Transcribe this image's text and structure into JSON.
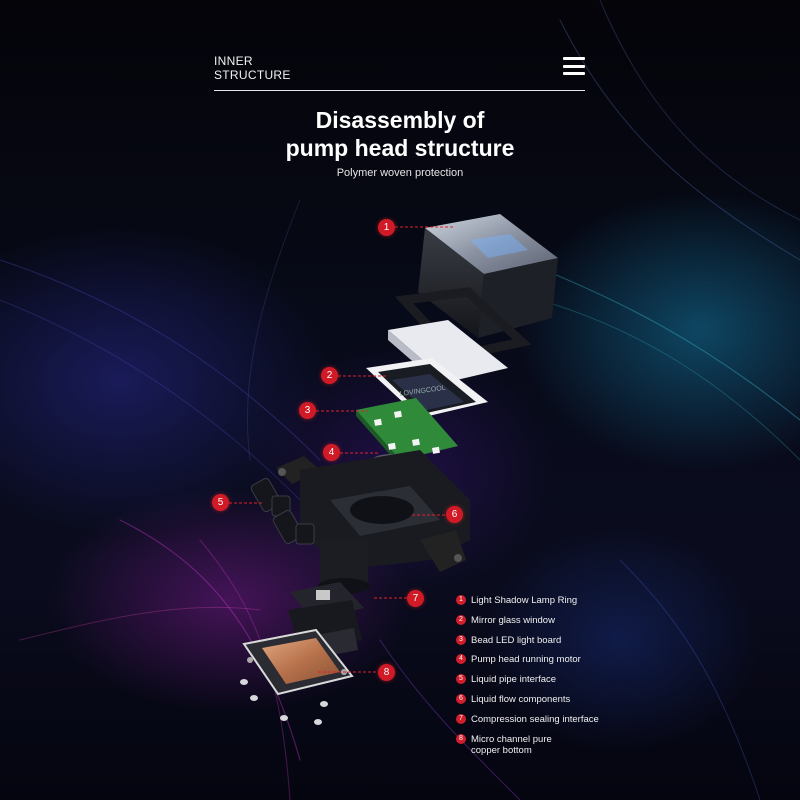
{
  "header": {
    "brand_line1": "INNER",
    "brand_line2": "STRUCTURE",
    "menu_icon": "hamburger-menu-icon"
  },
  "title": {
    "line1": "Disassembly of",
    "line2": "pump head structure"
  },
  "subtitle": "Polymer woven protection",
  "callouts": [
    "1",
    "2",
    "3",
    "4",
    "5",
    "6",
    "7",
    "8"
  ],
  "legend": [
    {
      "num": "1",
      "label": "Light Shadow Lamp Ring"
    },
    {
      "num": "2",
      "label": "Mirror glass window"
    },
    {
      "num": "3",
      "label": "Bead LED light board"
    },
    {
      "num": "4",
      "label": "Pump head running motor"
    },
    {
      "num": "5",
      "label": "Liquid pipe interface"
    },
    {
      "num": "6",
      "label": "Liquid flow components"
    },
    {
      "num": "7",
      "label": "Compression sealing interface"
    },
    {
      "num": "8",
      "label": "Micro channel pure"
    }
  ],
  "legend_last_line2": "copper bottom",
  "colors": {
    "accent_red": "#d01a26",
    "pcb_green": "#2f8a3a",
    "copper": "#c8845a"
  }
}
